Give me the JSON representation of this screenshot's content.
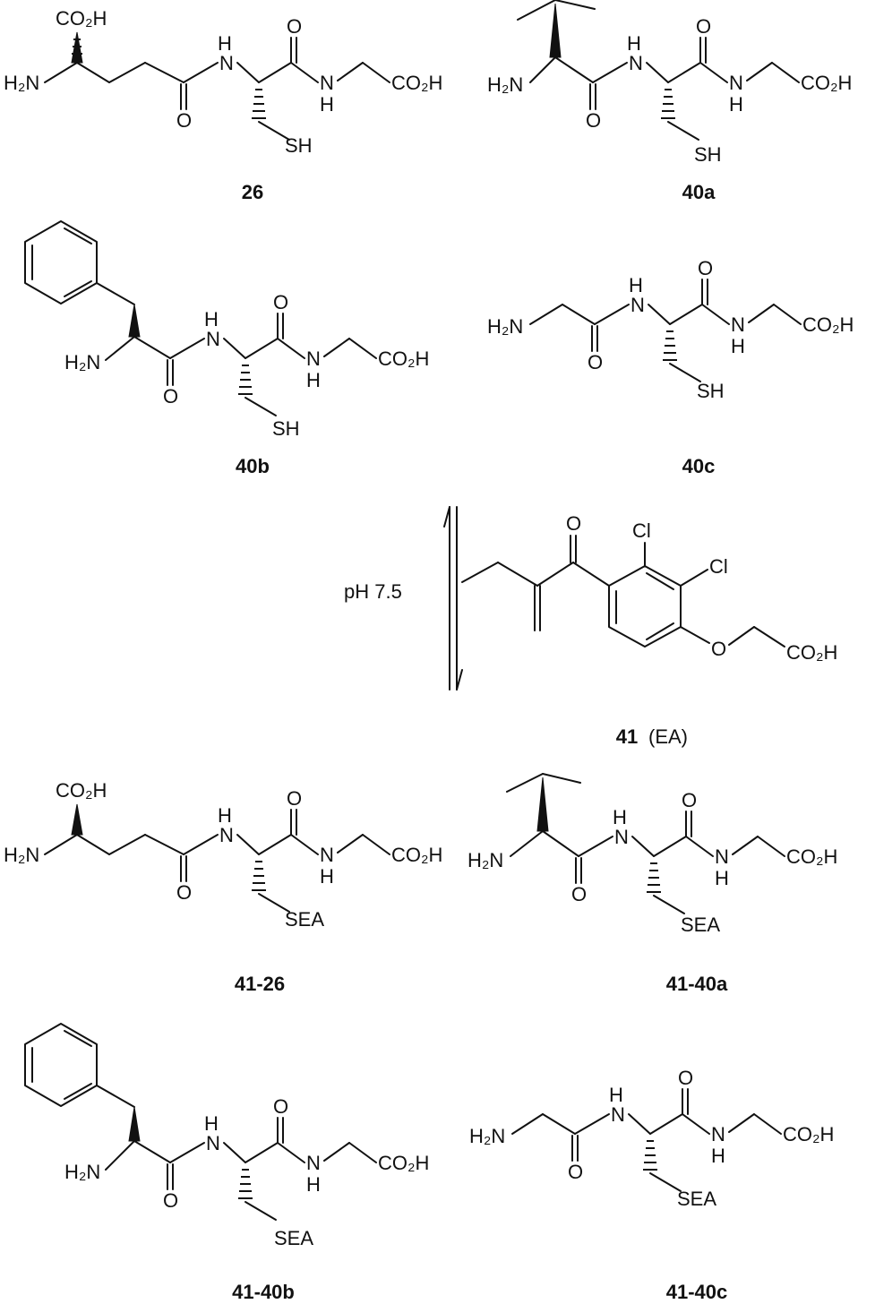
{
  "compounds": {
    "c26": {
      "label": "26"
    },
    "c40a": {
      "label": "40a"
    },
    "c40b": {
      "label": "40b"
    },
    "c40c": {
      "label": "40c"
    },
    "c41": {
      "label": "41",
      "suffix": "(EA)"
    },
    "c4126": {
      "label": "41-26"
    },
    "c4140a": {
      "label": "41-40a"
    },
    "c4140b": {
      "label": "41-40b"
    },
    "c4140c": {
      "label": "41-40c"
    }
  },
  "reaction": {
    "condition": "pH 7.5"
  },
  "atoms": {
    "h2n": "H₂N",
    "co2h": "CO₂H",
    "n": "N",
    "h": "H",
    "o": "O",
    "sh": "SH",
    "sea": "SEA",
    "cl": "Cl"
  }
}
